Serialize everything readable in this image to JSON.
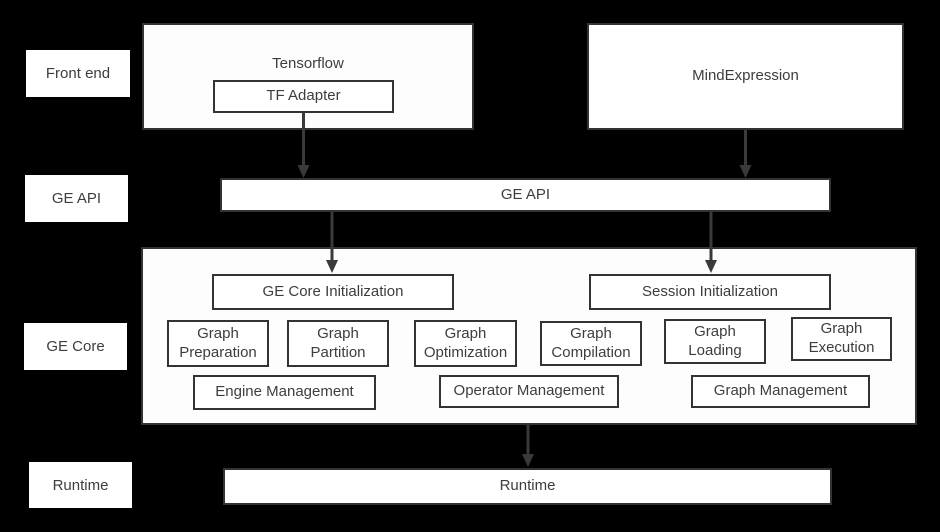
{
  "layer_labels": {
    "front_end": "Front end",
    "ge_api": "GE API",
    "ge_core": "GE Core",
    "runtime": "Runtime"
  },
  "front_end": {
    "tensorflow_label": "Tensorflow",
    "tf_adapter_label": "TF Adapter",
    "mindexpression_label": "MindExpression"
  },
  "ge_api": {
    "label": "GE API"
  },
  "ge_core": {
    "ge_core_initialization": "GE Core Initialization",
    "session_initialization": "Session Initialization",
    "modules": [
      "Graph Preparation",
      "Graph Partition",
      "Graph Optimization",
      "Graph Compilation",
      "Graph Loading",
      "Graph Execution"
    ],
    "management": [
      "Engine Management",
      "Operator Management",
      "Graph Management"
    ]
  },
  "runtime": {
    "label": "Runtime"
  },
  "colors": {
    "background": "#000000",
    "box_fill": "#ffffff",
    "box_border": "#333333",
    "text": "#3d3d3d",
    "arrow": "#3a3a3a"
  }
}
